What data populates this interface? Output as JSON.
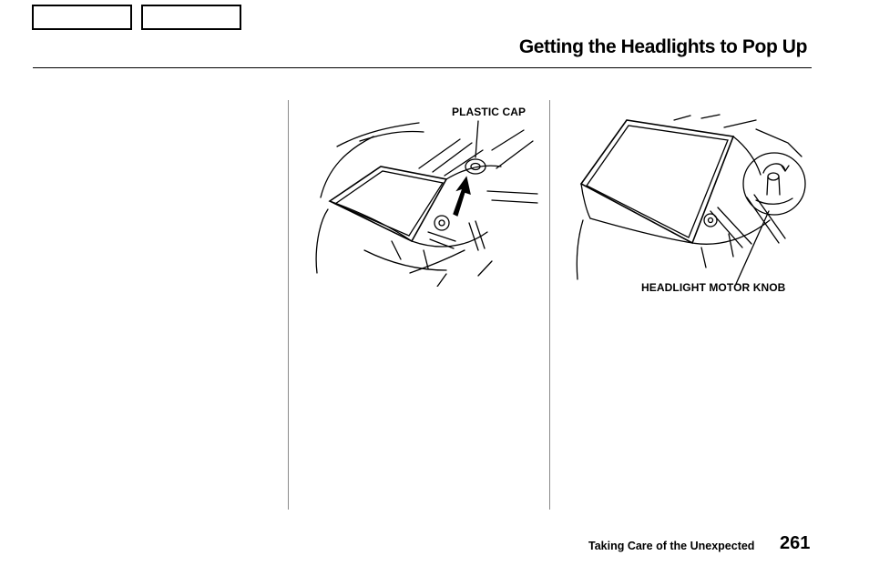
{
  "header": {
    "title": "Getting the Headlights to Pop Up"
  },
  "figures": {
    "left_label": "PLASTIC CAP",
    "right_label": "HEADLIGHT MOTOR KNOB"
  },
  "footer": {
    "section": "Taking Care of the Unexpected",
    "page_number": "261"
  }
}
